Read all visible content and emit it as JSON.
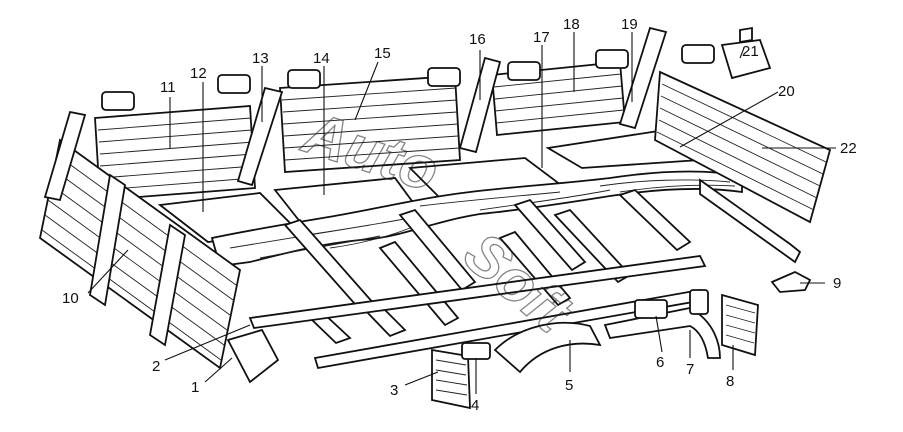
{
  "watermark": {
    "line1": "Auto",
    "line2": "Soft"
  },
  "callouts": [
    "1",
    "2",
    "3",
    "4",
    "5",
    "6",
    "7",
    "8",
    "9",
    "10",
    "11",
    "12",
    "13",
    "14",
    "15",
    "16",
    "17",
    "18",
    "19",
    "20",
    "21",
    "22"
  ]
}
